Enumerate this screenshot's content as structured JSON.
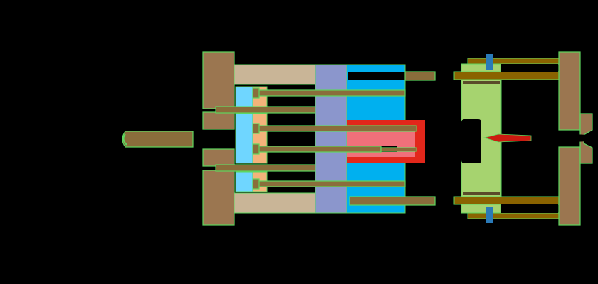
{
  "diagram": {
    "subject": "injection-mold-cross-section",
    "parts": [
      "ejector-rod",
      "clamp-plate",
      "ejector-retainer-plate",
      "ejector-pins",
      "support-plate",
      "core-plate",
      "molded-part",
      "guide-pins",
      "cavity-plate",
      "sprue-channel",
      "stationary-clamp-plate",
      "nozzle"
    ],
    "colors": {
      "background": "#000000",
      "outline": "#5ed65e",
      "clamp_plate": "#9b7650",
      "pin": "#8a6d3b",
      "retainer_light": "#c9b597",
      "ejector_cavity": "#6fd6ff",
      "ejector_plate": "#f4b37a",
      "spacer_block": "#8b96cc",
      "core_cyan": "#00b0ef",
      "part_pink": "#f0707a",
      "part_red": "#e2271b",
      "cavity_green": "#a6d36f",
      "guide_bushing": "#8a6300",
      "blue_marker": "#2a7ab8",
      "sprue_red": "#cc1a10",
      "dark_olive": "#5a4a2a"
    }
  }
}
